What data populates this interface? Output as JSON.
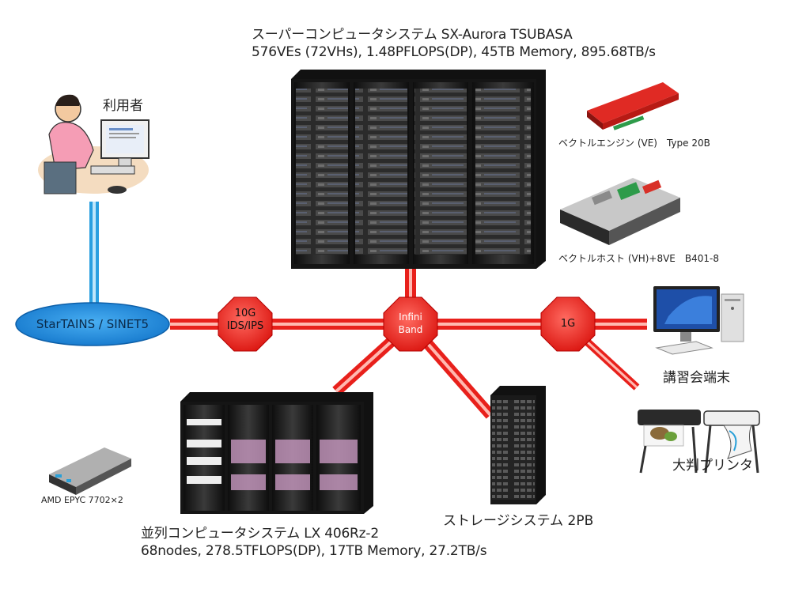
{
  "supercomputer": {
    "title": "スーパーコンピュータシステム SX-Aurora TSUBASA",
    "spec": "576VEs (72VHs), 1.48PFLOPS(DP), 45TB Memory, 895.68TB/s"
  },
  "ve_card": {
    "label": "ベクトルエンジン (VE)　Type 20B",
    "icon": "vector-engine-card-icon"
  },
  "vh_server": {
    "label": "ベクトルホスト (VH)+8VE　B401-8",
    "icon": "vector-host-server-icon"
  },
  "user": {
    "label": "利用者",
    "icon": "user-at-computer-icon"
  },
  "network": {
    "label": "StarTAINS / SINET5",
    "firewall": [
      "10G",
      "IDS/IPS"
    ],
    "infiniband": [
      "Infini",
      "Band"
    ],
    "gigabit": "1G"
  },
  "terminal": {
    "label": "講習会端末",
    "icon": "desktop-pc-icon"
  },
  "printer": {
    "label": "大判プリンタ",
    "icon": "large-format-printer-icon"
  },
  "parallel": {
    "title": "並列コンピュータシステム LX 406Rz-2",
    "spec": "68nodes, 278.5TFLOPS(DP), 17TB Memory, 27.2TB/s"
  },
  "amd_node": {
    "label": "AMD EPYC 7702×2",
    "icon": "server-node-icon"
  },
  "storage": {
    "label": "ストレージシステム 2PB",
    "icon": "storage-rack-icon"
  },
  "colors": {
    "link_red": "#e8201b",
    "link_blue": "#2a9fe0",
    "cloud_blue": "#1e88d9",
    "rack_dark": "#1a1a1a"
  }
}
